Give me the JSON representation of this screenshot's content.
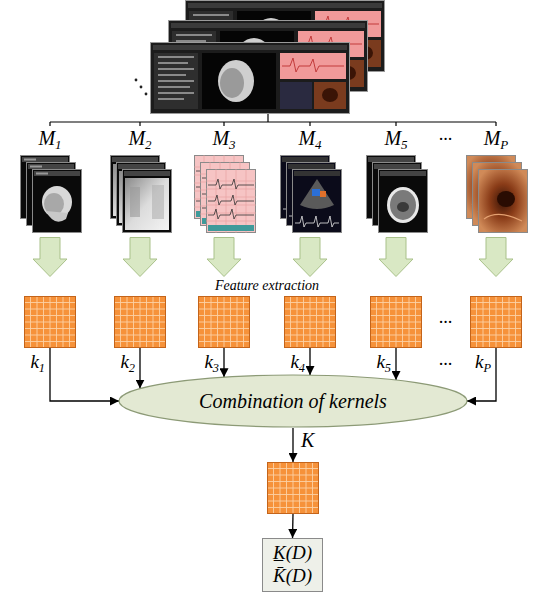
{
  "diagram": {
    "nodes": [
      {
        "text": [
          "k1"
        ]
      },
      {
        "text": [
          "k2"
        ]
      },
      {
        "text": [
          "k3"
        ]
      },
      {
        "text": [
          "k4"
        ]
      },
      {
        "text": [
          "k5"
        ]
      },
      {
        "text": [
          "kP"
        ]
      },
      {
        "text": [
          "Combination of kernels"
        ]
      },
      {
        "text": [
          "K"
        ]
      },
      {
        "text": [
          "K̲(D)",
          "K̄(D)"
        ]
      }
    ],
    "edges": [
      {
        "from": 0,
        "to": 6,
        "arrow": "to"
      },
      {
        "from": 1,
        "to": 6,
        "arrow": "to"
      },
      {
        "from": 2,
        "to": 6,
        "arrow": "to"
      },
      {
        "from": 3,
        "to": 6,
        "arrow": "to"
      },
      {
        "from": 4,
        "to": 6,
        "arrow": "to"
      },
      {
        "from": 5,
        "to": 6,
        "arrow": "to"
      },
      {
        "from": 6,
        "to": 7,
        "arrow": "to"
      },
      {
        "from": 7,
        "to": 8,
        "arrow": "to"
      }
    ],
    "labels": [
      "M1",
      "M2",
      "M3",
      "M4",
      "M5",
      "...",
      "MP",
      "Feature extraction",
      "...",
      "..."
    ]
  }
}
